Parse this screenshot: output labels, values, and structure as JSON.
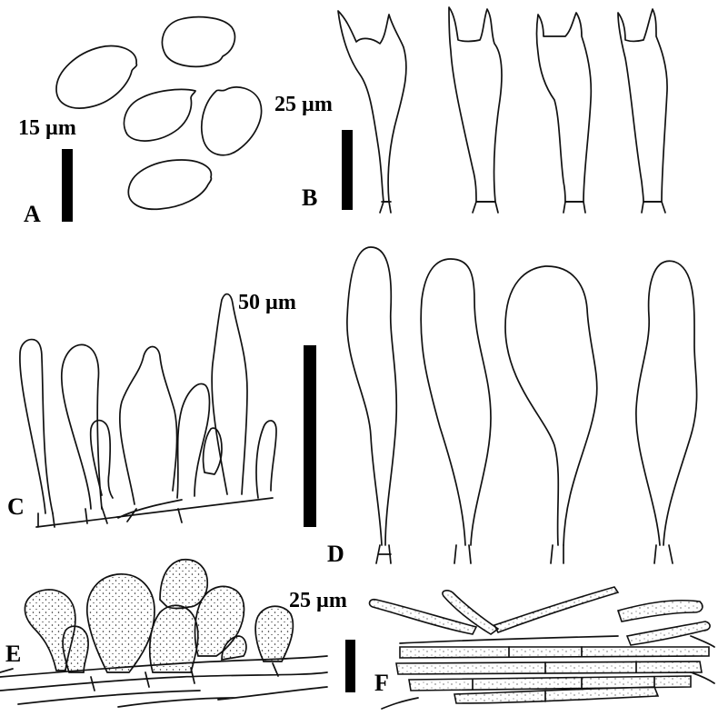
{
  "figure": {
    "panel_labels": {
      "a": "A",
      "b": "B",
      "c": "C",
      "d": "D",
      "e": "E",
      "f": "F"
    },
    "scale_labels": {
      "a": "15 µm",
      "b": "25 µm",
      "c": "50 µm",
      "e_f": "25 µm"
    }
  }
}
